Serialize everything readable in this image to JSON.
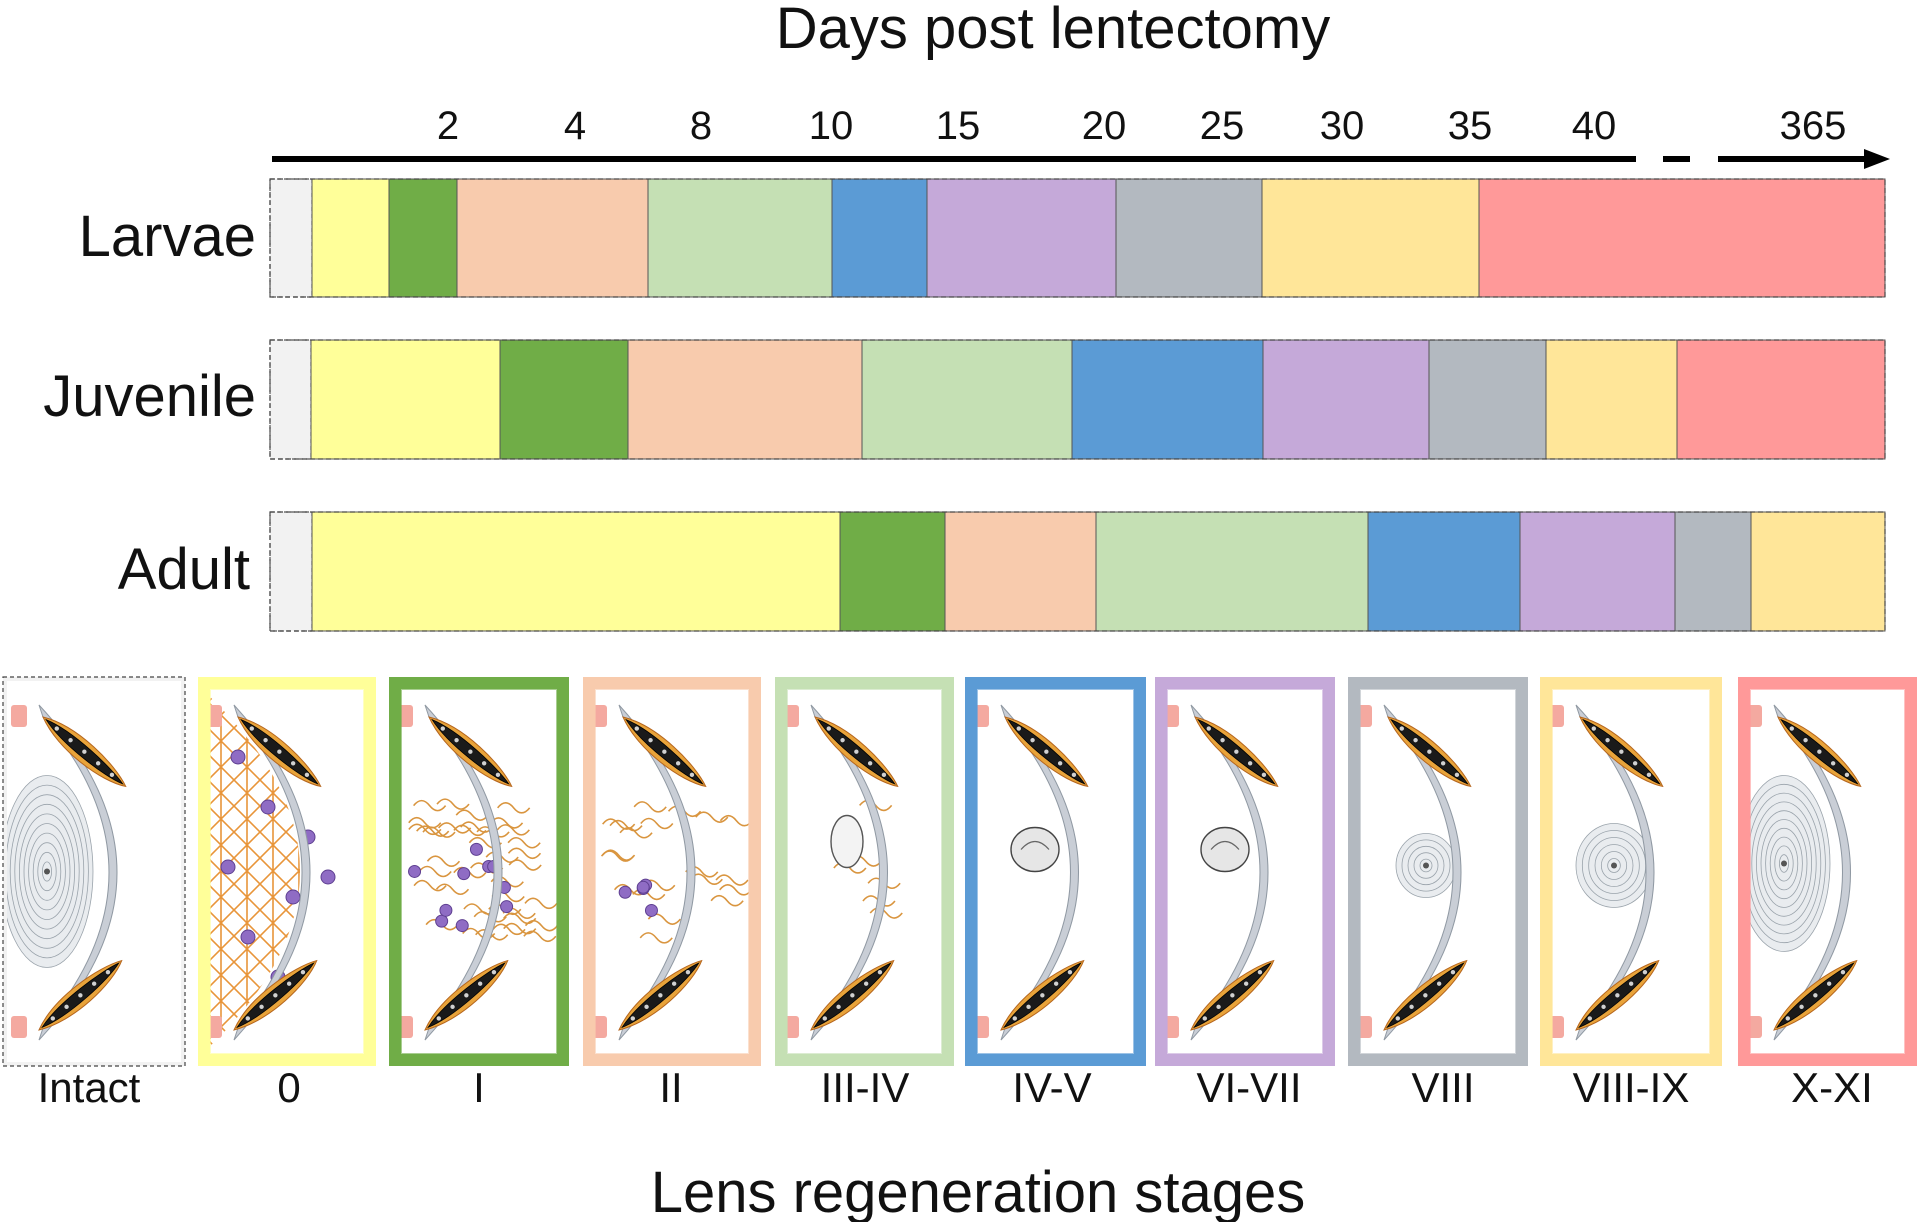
{
  "title": "Days post lentectomy",
  "footer_title": "Lens regeneration  stages",
  "day_ticks": [
    "2",
    "4",
    "8",
    "10",
    "15",
    "20",
    "25",
    "30",
    "35",
    "40",
    "365"
  ],
  "stage_colors": {
    "intact": "#f2f2f2",
    "0": "#ffff99",
    "I": "#70ad47",
    "II": "#f8cbad",
    "III-IV": "#c5e0b4",
    "IV-V": "#5b9bd5",
    "VI-VII": "#c5a9d9",
    "VIII": "#b3b9c0",
    "VIII-IX": "#ffe699",
    "X-XI": "#ff9999"
  },
  "rows": [
    {
      "label": "Larvae",
      "segments": [
        "intact",
        "0",
        "I",
        "II",
        "III-IV",
        "IV-V",
        "VI-VII",
        "VIII",
        "VIII-IX",
        "X-XI"
      ]
    },
    {
      "label": "Juvenile",
      "segments": [
        "intact",
        "0",
        "I",
        "II",
        "III-IV",
        "IV-V",
        "VI-VII",
        "VIII",
        "VIII-IX",
        "X-XI"
      ]
    },
    {
      "label": "Adult",
      "segments": [
        "intact",
        "0",
        "I",
        "II",
        "III-IV",
        "IV-V",
        "VI-VII",
        "VIII",
        "VIII-IX"
      ]
    }
  ],
  "stages": [
    {
      "key": "intact",
      "label": "Intact"
    },
    {
      "key": "0",
      "label": "0"
    },
    {
      "key": "I",
      "label": "I"
    },
    {
      "key": "II",
      "label": "II"
    },
    {
      "key": "III-IV",
      "label": "III-IV"
    },
    {
      "key": "IV-V",
      "label": "IV-V"
    },
    {
      "key": "VI-VII",
      "label": "VI-VII"
    },
    {
      "key": "VIII",
      "label": "VIII"
    },
    {
      "key": "VIII-IX",
      "label": "VIII-IX"
    },
    {
      "key": "X-XI",
      "label": "X-XI"
    }
  ]
}
